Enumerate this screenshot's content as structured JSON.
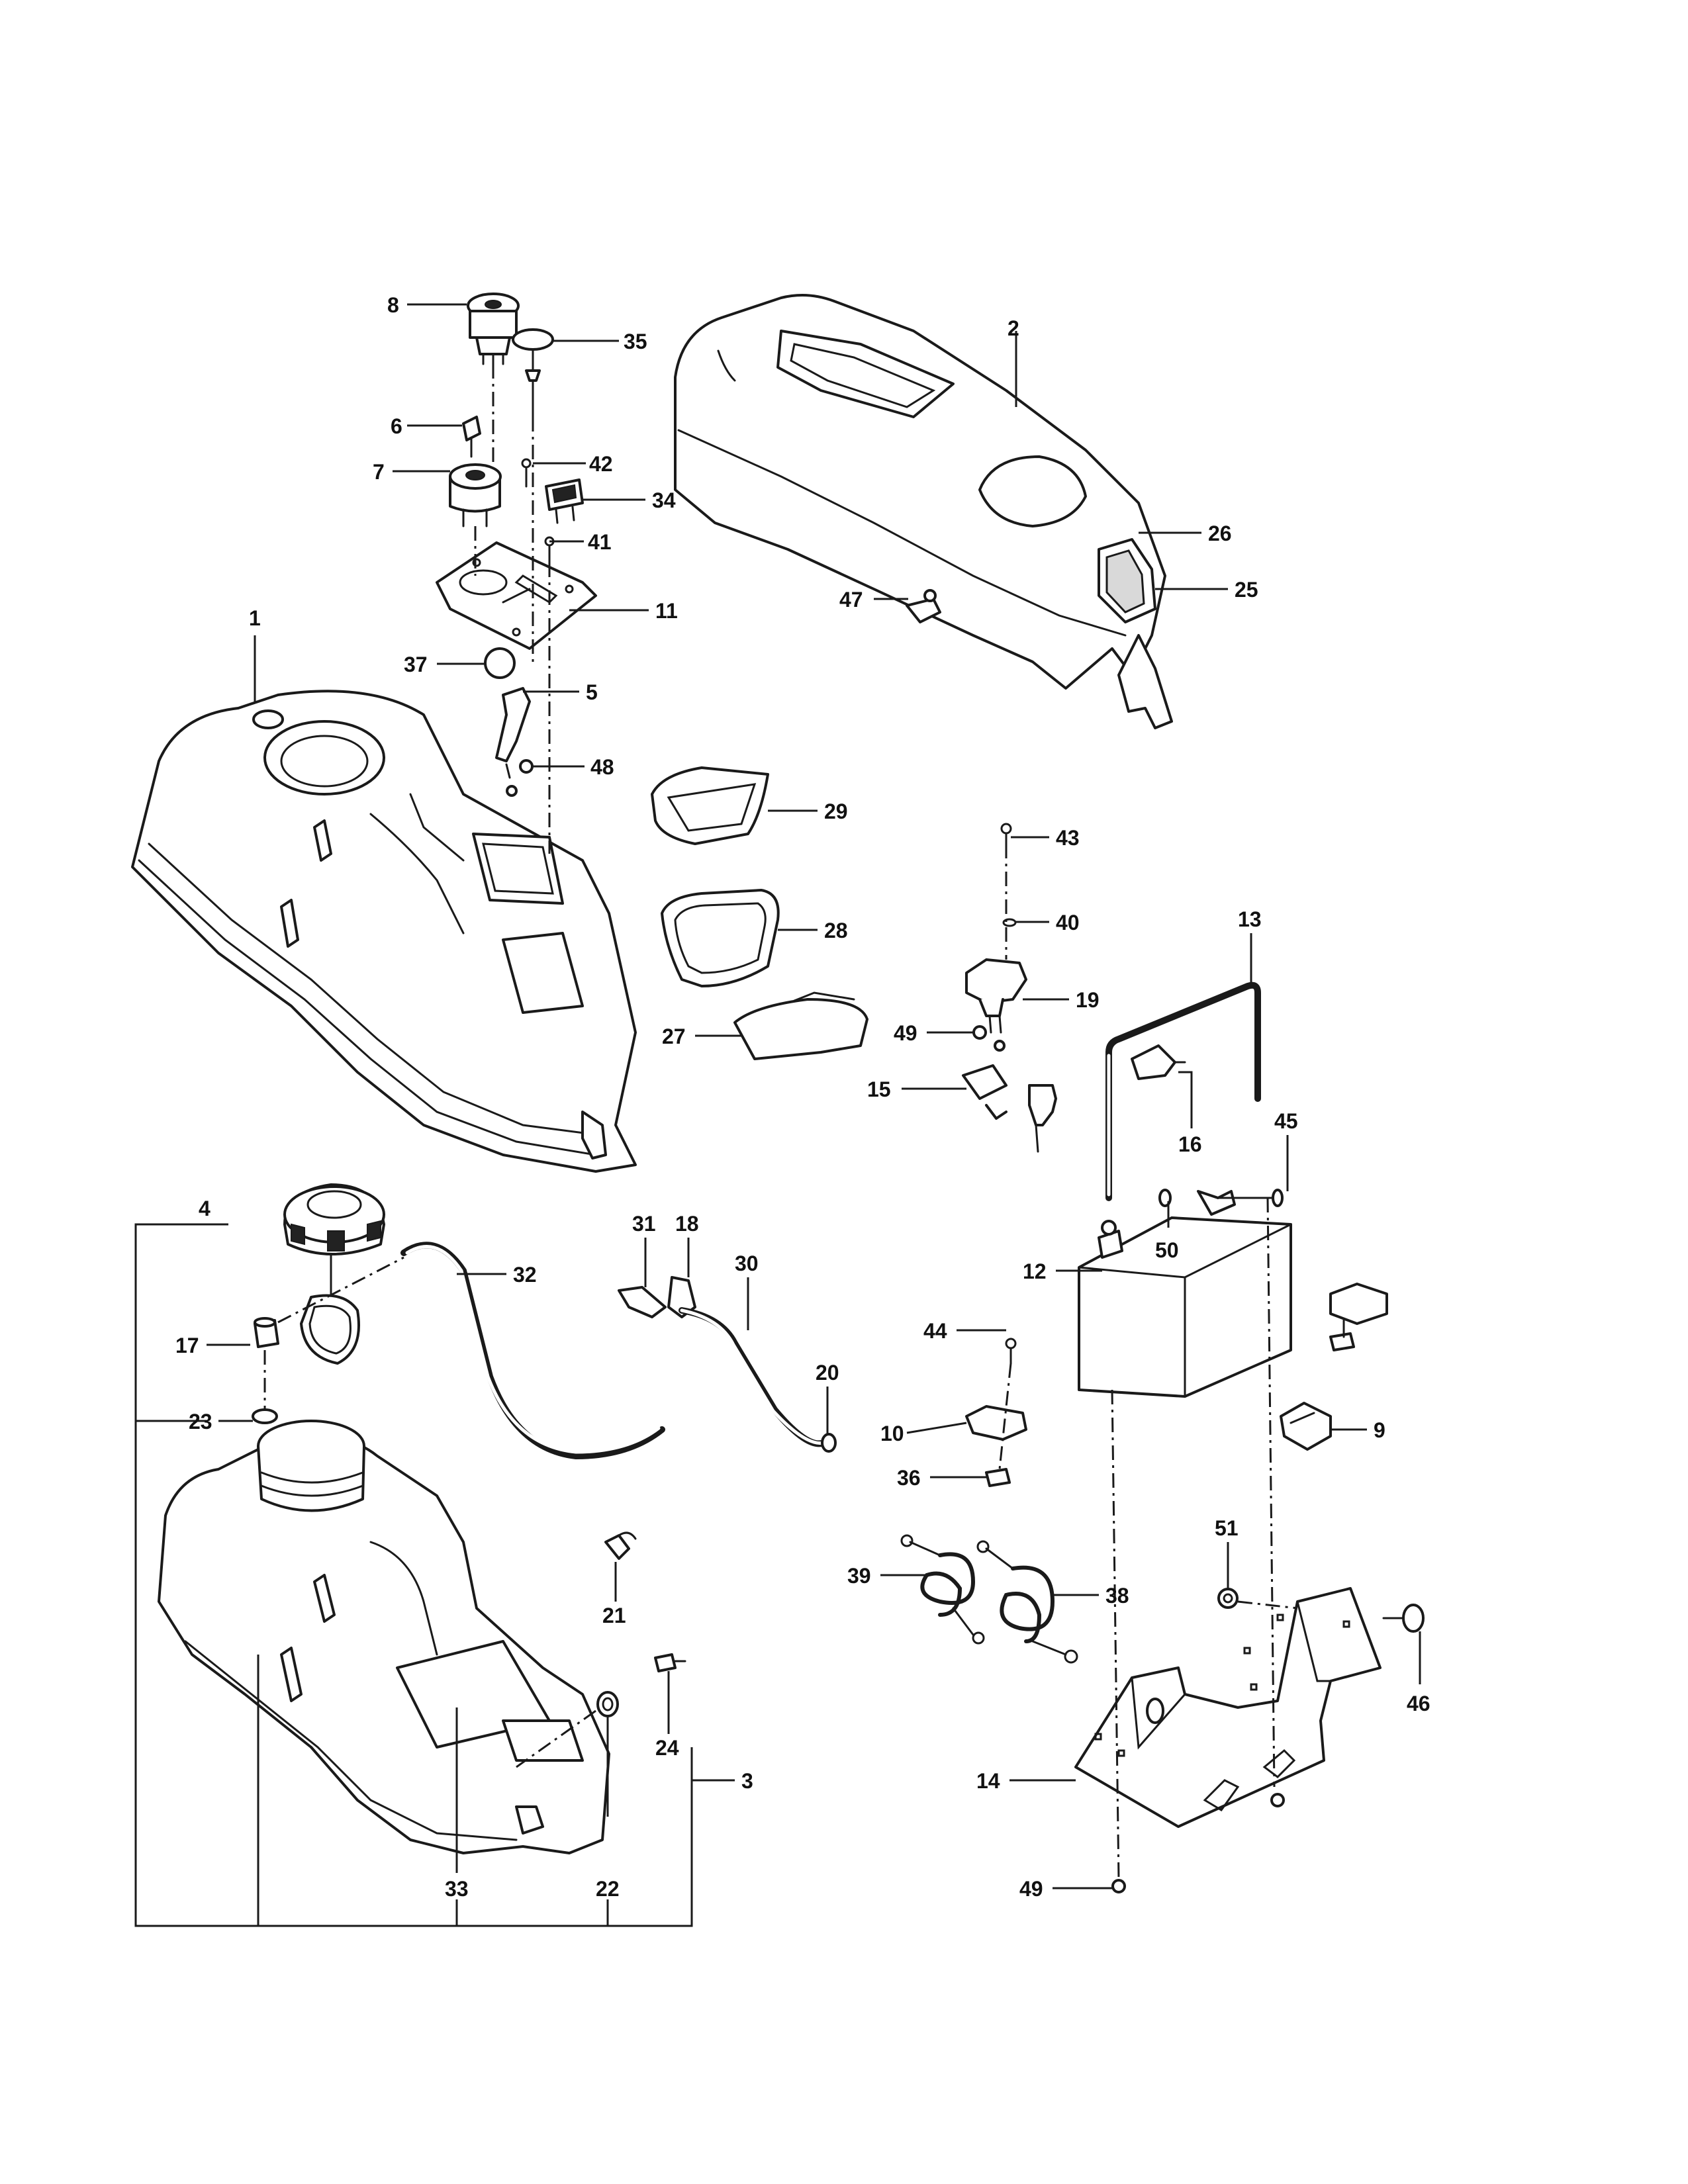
{
  "callouts": {
    "c1": "1",
    "c2": "2",
    "c3": "3",
    "c4": "4",
    "c5": "5",
    "c6": "6",
    "c7": "7",
    "c8": "8",
    "c9": "9",
    "c10": "10",
    "c11": "11",
    "c12": "12",
    "c13": "13",
    "c14": "14",
    "c15": "15",
    "c16": "16",
    "c17": "17",
    "c18": "18",
    "c19": "19",
    "c20": "20",
    "c21": "21",
    "c22": "22",
    "c23": "23",
    "c24": "24",
    "c25": "25",
    "c26": "26",
    "c27": "27",
    "c28": "28",
    "c29": "29",
    "c30": "30",
    "c31": "31",
    "c32": "32",
    "c33": "33",
    "c34": "34",
    "c35": "35",
    "c36": "36",
    "c37": "37",
    "c38": "38",
    "c39": "39",
    "c40": "40",
    "c41": "41",
    "c42": "42",
    "c43": "43",
    "c44": "44",
    "c45": "45",
    "c46": "46",
    "c47": "47",
    "c48": "48",
    "c49a": "49",
    "c49b": "49",
    "c50": "50",
    "c51": "51"
  }
}
